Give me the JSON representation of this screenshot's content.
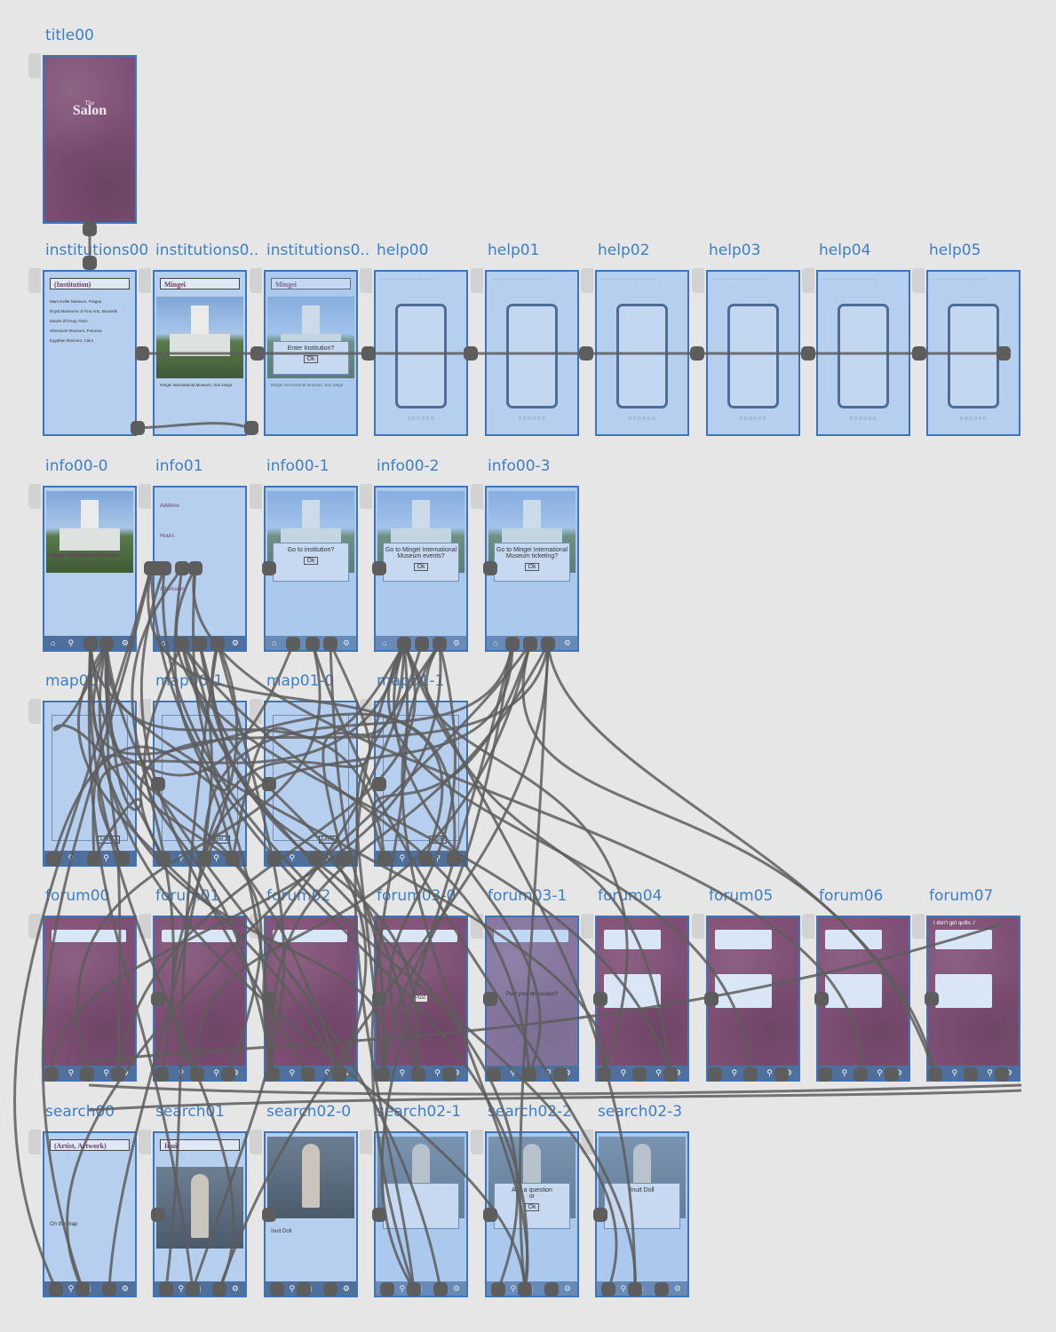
{
  "screens": [
    {
      "id": "title00",
      "label": "title00",
      "col": 0,
      "row": 0,
      "kind": "title"
    },
    {
      "id": "institutions00",
      "label": "institutions00",
      "col": 0,
      "row": 1,
      "kind": "list"
    },
    {
      "id": "institutions01",
      "label": "institutions0...",
      "col": 1,
      "row": 1,
      "kind": "photo"
    },
    {
      "id": "institutions02",
      "label": "institutions0...",
      "col": 2,
      "row": 1,
      "kind": "photo-dialog"
    },
    {
      "id": "help00",
      "label": "help00",
      "col": 3,
      "row": 1,
      "kind": "help"
    },
    {
      "id": "help01",
      "label": "help01",
      "col": 4,
      "row": 1,
      "kind": "help"
    },
    {
      "id": "help02",
      "label": "help02",
      "col": 5,
      "row": 1,
      "kind": "help"
    },
    {
      "id": "help03",
      "label": "help03",
      "col": 6,
      "row": 1,
      "kind": "help"
    },
    {
      "id": "help04",
      "label": "help04",
      "col": 7,
      "row": 1,
      "kind": "help"
    },
    {
      "id": "help05",
      "label": "help05",
      "col": 8,
      "row": 1,
      "kind": "help"
    },
    {
      "id": "info00-0",
      "label": "info00-0",
      "col": 0,
      "row": 2,
      "kind": "info"
    },
    {
      "id": "info01",
      "label": "info01",
      "col": 1,
      "row": 2,
      "kind": "address"
    },
    {
      "id": "info00-1",
      "label": "info00-1",
      "col": 2,
      "row": 2,
      "kind": "info-dialog"
    },
    {
      "id": "info00-2",
      "label": "info00-2",
      "col": 3,
      "row": 2,
      "kind": "info-dialog"
    },
    {
      "id": "info00-3",
      "label": "info00-3",
      "col": 4,
      "row": 2,
      "kind": "info-dialog"
    },
    {
      "id": "map00-0",
      "label": "map00-0",
      "col": 0,
      "row": 3,
      "kind": "map"
    },
    {
      "id": "map00-1",
      "label": "map00-1",
      "col": 1,
      "row": 3,
      "kind": "map"
    },
    {
      "id": "map01-0",
      "label": "map01-0",
      "col": 2,
      "row": 3,
      "kind": "map"
    },
    {
      "id": "map01-1",
      "label": "map01-1",
      "col": 3,
      "row": 3,
      "kind": "map"
    },
    {
      "id": "forum00",
      "label": "forum00",
      "col": 0,
      "row": 4,
      "kind": "forum"
    },
    {
      "id": "forum01",
      "label": "forum01",
      "col": 1,
      "row": 4,
      "kind": "forum"
    },
    {
      "id": "forum02",
      "label": "forum02",
      "col": 2,
      "row": 4,
      "kind": "forum"
    },
    {
      "id": "forum03-0",
      "label": "forum03-0",
      "col": 3,
      "row": 4,
      "kind": "forum"
    },
    {
      "id": "forum03-1",
      "label": "forum03-1",
      "col": 4,
      "row": 4,
      "kind": "forum-dim"
    },
    {
      "id": "forum04",
      "label": "forum04",
      "col": 5,
      "row": 4,
      "kind": "forum"
    },
    {
      "id": "forum05",
      "label": "forum05",
      "col": 6,
      "row": 4,
      "kind": "forum"
    },
    {
      "id": "forum06",
      "label": "forum06",
      "col": 7,
      "row": 4,
      "kind": "forum"
    },
    {
      "id": "forum07",
      "label": "forum07",
      "col": 8,
      "row": 4,
      "kind": "forum"
    },
    {
      "id": "search00",
      "label": "search00",
      "col": 0,
      "row": 5,
      "kind": "search-list"
    },
    {
      "id": "search01",
      "label": "search01",
      "col": 1,
      "row": 5,
      "kind": "doll"
    },
    {
      "id": "search02-0",
      "label": "search02-0",
      "col": 2,
      "row": 5,
      "kind": "doll-detail"
    },
    {
      "id": "search02-1",
      "label": "search02-1",
      "col": 3,
      "row": 5,
      "kind": "doll-dialog"
    },
    {
      "id": "search02-2",
      "label": "search02-2",
      "col": 4,
      "row": 5,
      "kind": "doll-dialog"
    },
    {
      "id": "search02-3",
      "label": "search02-3",
      "col": 5,
      "row": 5,
      "kind": "doll-dialog"
    }
  ],
  "text": {
    "salon_the": "The",
    "salon_name": "Salon",
    "search_institution": "(Institution)",
    "search_mingei": "Mingei",
    "search_artist": "(Artist, Artwork)",
    "search_inuit": "Inuit",
    "museum_list": [
      "Mars Keller Museum, Prague",
      "Royal Museums of Fine Arts, Brussels",
      "Musée d'Orsay, Paris",
      "Glenstone Museum, Potomac",
      "Egyptian Museum, Cairo"
    ],
    "photo_caption": "Mingei International Museum, San Diego",
    "enter_institution": "Enter Institution?",
    "ok": "Ok",
    "info_title": "Mingei International Museum",
    "address_heading": "Address",
    "hours_heading": "Hours",
    "admission_heading": "Admission",
    "go_events": "Go to Mingei International Museum events?",
    "go_ticketing": "Go to Mingei International Museum ticketing?",
    "go_institution": "Go to institution?",
    "level": "Level",
    "level_1": "Level 1",
    "post": "Post",
    "post_discussion": "Post your discussion?",
    "dont_get_quilts": "I don't get quilts :/",
    "inuit_doll": "Inuit Doll",
    "ask_question": "Ask a question",
    "on_the_map": "On the map",
    "or": "or"
  },
  "icons": [
    "home-icon",
    "map-pin-icon",
    "book-icon",
    "search-icon",
    "gear-icon"
  ],
  "colors": {
    "screen_blue": "#b6cfee",
    "screen_border": "#3f74b8",
    "label_blue": "#3d7fc4",
    "purple": "#7e4f74",
    "wire": "#5d5d5d",
    "background": "#e6e6e6"
  }
}
